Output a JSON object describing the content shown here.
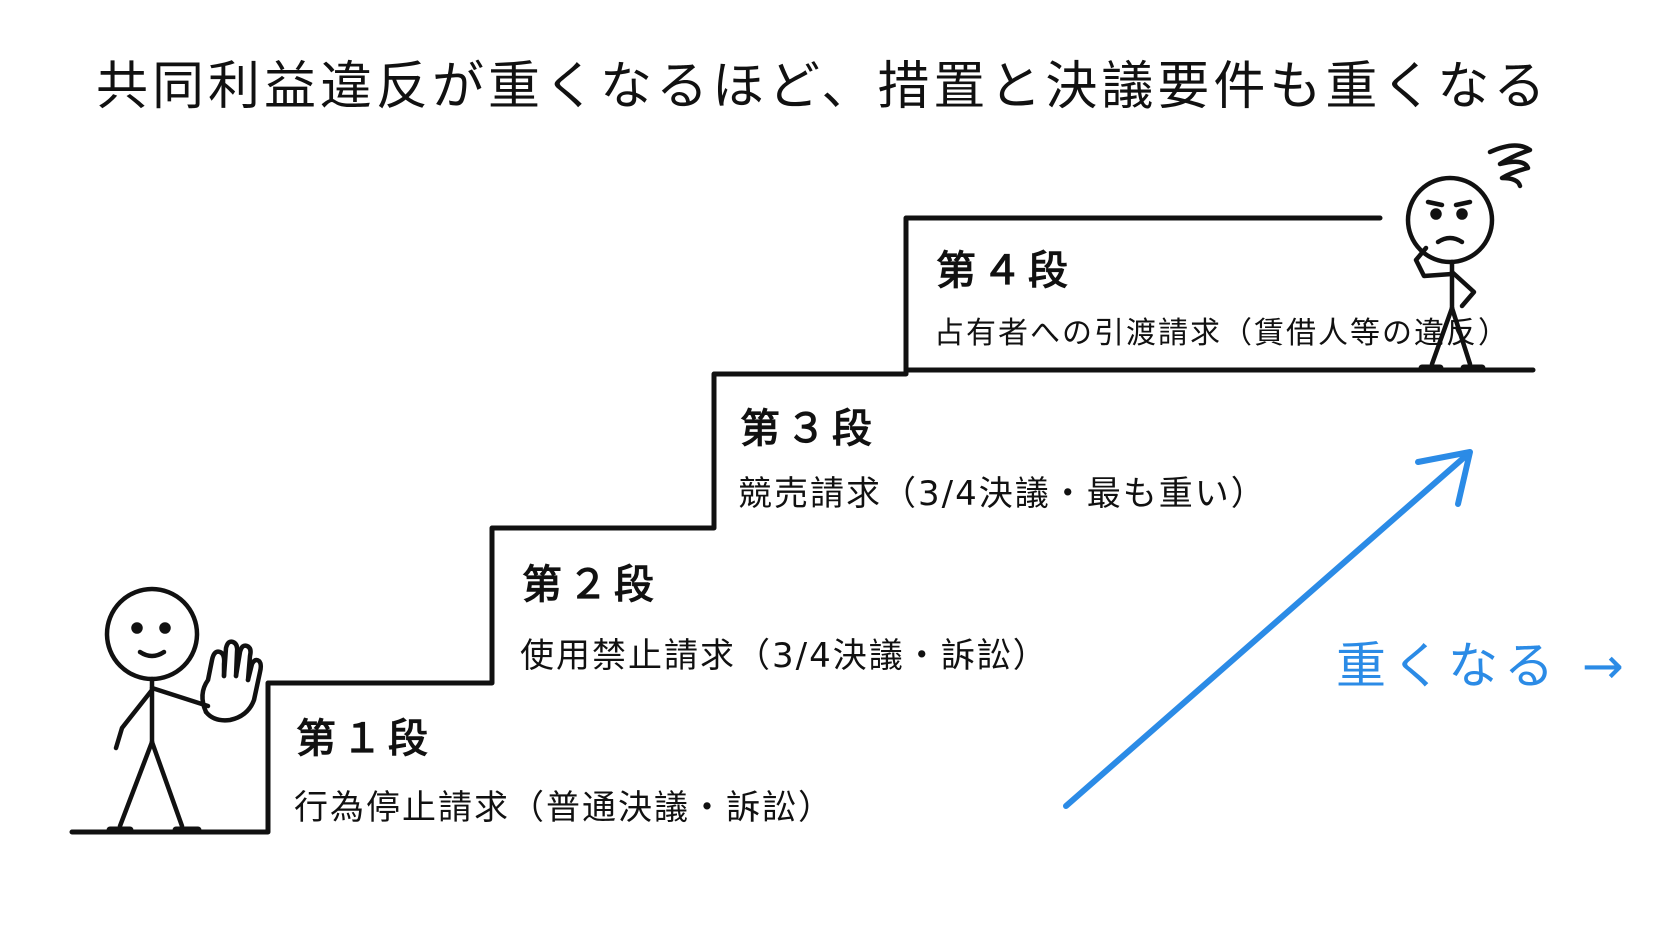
{
  "title": "共同利益違反が重くなるほど、措置と決議要件も重くなる",
  "steps": [
    {
      "label": "第１段",
      "description": "行為停止請求（普通決議・訴訟）"
    },
    {
      "label": "第２段",
      "description": "使用禁止請求（3/4決議・訴訟）"
    },
    {
      "label": "第３段",
      "description": "競売請求（3/4決議・最も重い）"
    },
    {
      "label": "第４段",
      "description": "占有者への引渡請求（賃借人等の違反）"
    }
  ],
  "heavier_label": "重くなる →",
  "colors": {
    "ink": "#111111",
    "accent": "#2b8be6"
  }
}
